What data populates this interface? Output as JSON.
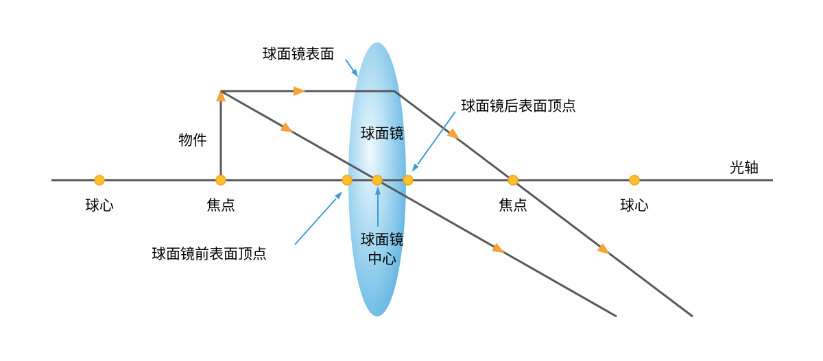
{
  "diagram": {
    "labels": {
      "surface": "球面镜表面",
      "lens": "球面镜",
      "back_vertex": "球面镜后表面顶点",
      "object": "物件",
      "axis": "光轴",
      "sphere_center_left": "球心",
      "focus_left": "焦点",
      "front_vertex": "球面镜前表面顶点",
      "lens_center_line1": "球面镜",
      "lens_center_line2": "中心",
      "focus_right": "焦点",
      "sphere_center_right": "球心"
    },
    "colors": {
      "line": "#58595B",
      "point_fill": "#FFC02E",
      "point_stroke": "#F5A21B",
      "arrow": "#F7A239",
      "leader": "#3D9BD9",
      "lens_center": "#EFF9FE",
      "lens_mid": "#9FD4EF",
      "lens_edge": "#3FA3DB",
      "text": "#000000"
    }
  }
}
